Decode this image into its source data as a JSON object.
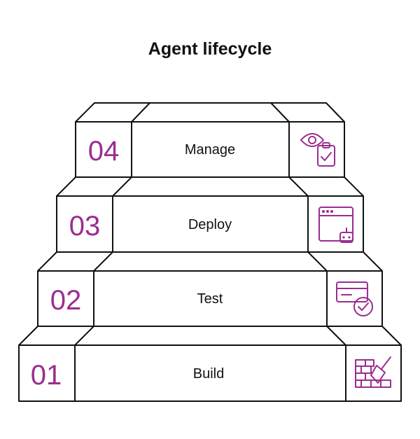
{
  "title": "Agent lifecycle",
  "accent_color": "#9b2d8f",
  "steps": [
    {
      "number": "01",
      "label": "Build",
      "icon": "brick-wall-trowel-icon"
    },
    {
      "number": "02",
      "label": "Test",
      "icon": "card-check-icon"
    },
    {
      "number": "03",
      "label": "Deploy",
      "icon": "browser-bot-icon"
    },
    {
      "number": "04",
      "label": "Manage",
      "icon": "eye-clipboard-icon"
    }
  ]
}
